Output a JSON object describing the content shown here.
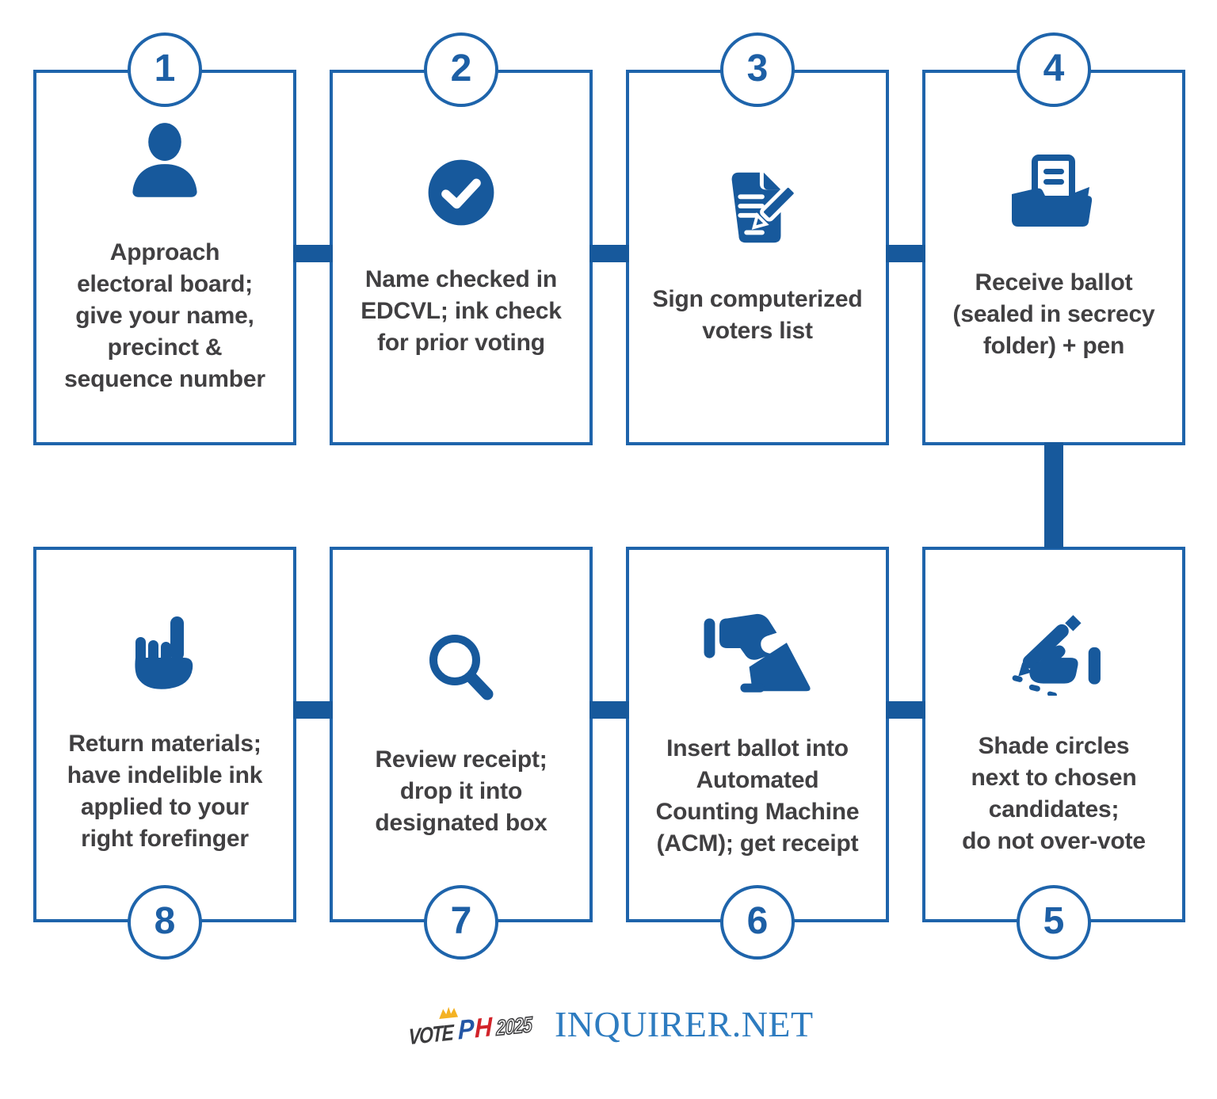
{
  "colors": {
    "blue_border": "#1e64ab",
    "blue_fill": "#17599c",
    "blue_number": "#1d5fa5",
    "text": "#414042",
    "inquirer_blue": "#2e7cc0",
    "logo_dark": "#3b3b3d",
    "logo_blue": "#2456a5",
    "logo_red": "#d2232a",
    "logo_yellow": "#f4b223"
  },
  "steps": [
    {
      "number": "1",
      "icon": "person-icon",
      "caption": "Approach\nelectoral board;\ngive your name,\nprecinct &\nsequence number"
    },
    {
      "number": "2",
      "icon": "check-circle-icon",
      "caption": "Name checked in\nEDCVL; ink check\nfor prior voting"
    },
    {
      "number": "3",
      "icon": "sign-list-icon",
      "caption": "Sign computerized\nvoters list"
    },
    {
      "number": "4",
      "icon": "ballot-folder-icon",
      "caption": "Receive ballot\n(sealed in secrecy\nfolder) + pen"
    },
    {
      "number": "5",
      "icon": "shade-circles-icon",
      "caption": "Shade circles\nnext to chosen\ncandidates;\ndo not over-vote"
    },
    {
      "number": "6",
      "icon": "insert-ballot-icon",
      "caption": "Insert ballot into\nAutomated\nCounting Machine\n(ACM); get receipt"
    },
    {
      "number": "7",
      "icon": "review-receipt-icon",
      "caption": "Review receipt;\ndrop it into\ndesignated box"
    },
    {
      "number": "8",
      "icon": "indelible-ink-icon",
      "caption": "Return materials;\nhave indelible ink\napplied to your\nright forefinger"
    }
  ],
  "footer": {
    "logo_vote": "VOTE",
    "logo_p": "P",
    "logo_h": "H",
    "logo_year": "2025",
    "brand": "INQUIRER.NET"
  }
}
